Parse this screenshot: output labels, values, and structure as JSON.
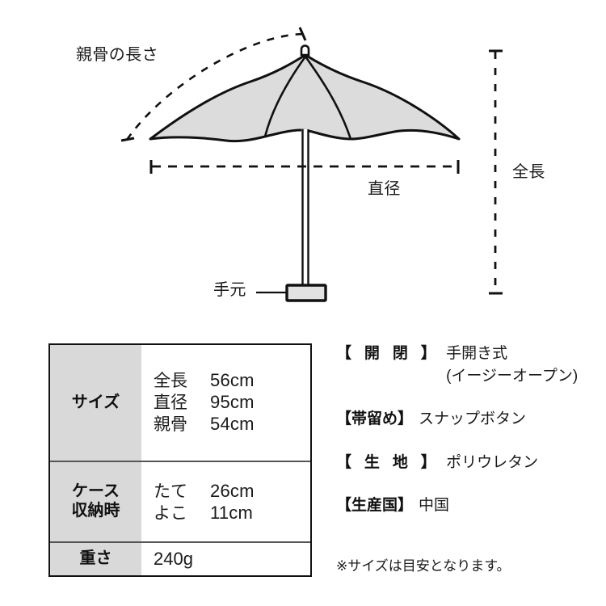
{
  "diagram": {
    "labels": {
      "rib_length": "親骨の長さ",
      "diameter": "直径",
      "total_length": "全長",
      "handle": "手元"
    }
  },
  "spec_table": {
    "rows": [
      {
        "header": "サイズ",
        "entries": [
          {
            "key": "全長",
            "value": "56cm"
          },
          {
            "key": "直径",
            "value": "95cm"
          },
          {
            "key": "親骨",
            "value": "54cm"
          }
        ]
      },
      {
        "header_line1": "ケース",
        "header_line2": "収納時",
        "entries": [
          {
            "key": "たて",
            "value": "26cm"
          },
          {
            "key": "よこ",
            "value": "11cm"
          }
        ]
      },
      {
        "header": "重さ",
        "value": "240g"
      }
    ]
  },
  "spec_list": {
    "items": [
      {
        "label": "【 開 閉 】",
        "value": "手開き式",
        "value_sub": "(イージーオープン)"
      },
      {
        "label": "【帯留め】",
        "value": "スナップボタン"
      },
      {
        "label": "【 生 地 】",
        "value": "ポリウレタン"
      },
      {
        "label": "【生産国】",
        "value": "中国"
      }
    ],
    "note": "※サイズは目安となります。"
  },
  "colors": {
    "canopy_fill": "#dcdcdc",
    "outline": "#111111",
    "table_header_bg": "#d9d9d9",
    "background": "#ffffff"
  }
}
